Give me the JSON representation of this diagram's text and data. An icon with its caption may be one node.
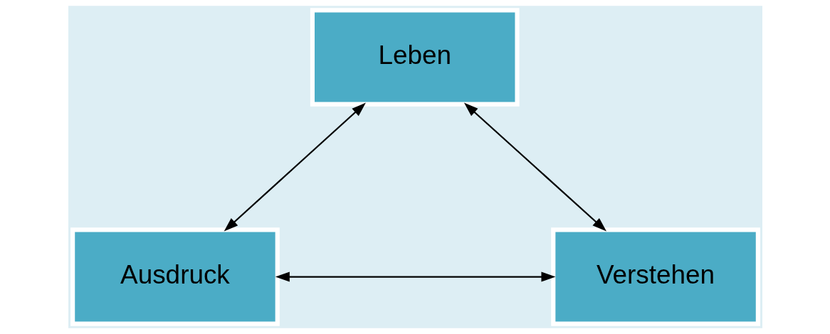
{
  "diagram": {
    "nodes": [
      {
        "text": [
          "Leben"
        ]
      },
      {
        "text": [
          "Ausdruck"
        ]
      },
      {
        "text": [
          "Verstehen"
        ]
      }
    ],
    "edges": [
      {
        "from": 1,
        "to": 0,
        "arrow": "both"
      },
      {
        "from": 0,
        "to": 2,
        "arrow": "both"
      },
      {
        "from": 1,
        "to": 2,
        "arrow": "both"
      }
    ]
  }
}
